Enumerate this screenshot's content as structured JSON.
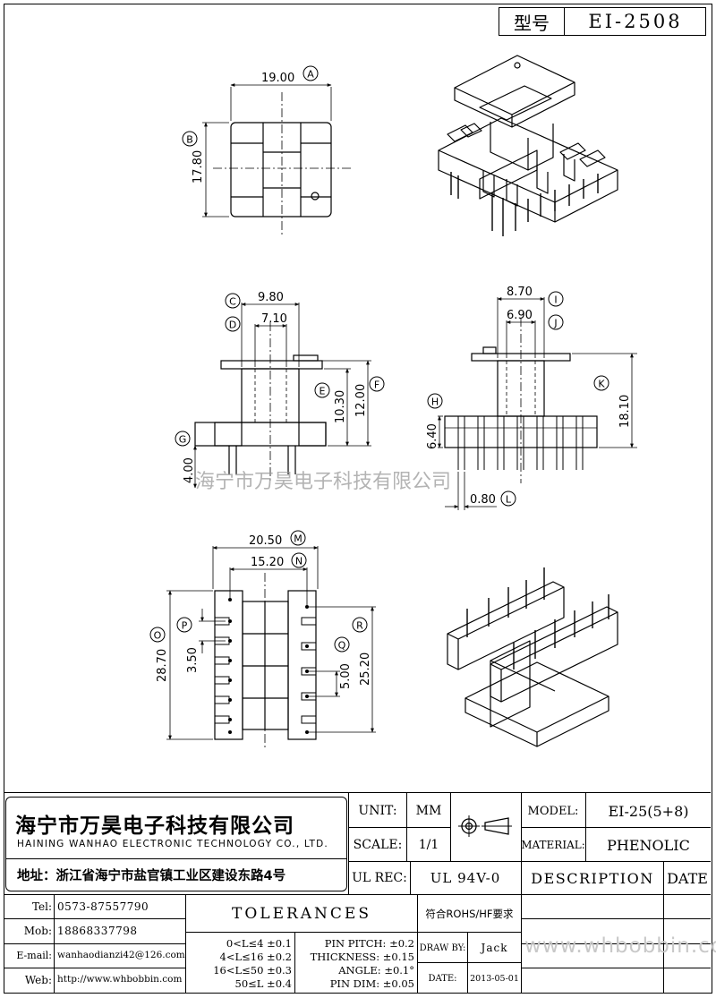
{
  "header": {
    "model_label": "型号",
    "model_value": "EI-2508"
  },
  "dimensions": {
    "A": {
      "letter": "A",
      "value": "19.00"
    },
    "B": {
      "letter": "B",
      "value": "17.80"
    },
    "C": {
      "letter": "C",
      "value": "9.80"
    },
    "D": {
      "letter": "D",
      "value": "7.10"
    },
    "E": {
      "letter": "E",
      "value": "10.30"
    },
    "F": {
      "letter": "F",
      "value": "12.00"
    },
    "G": {
      "letter": "G",
      "value": "4.00"
    },
    "H": {
      "letter": "H",
      "value": "6.40"
    },
    "I": {
      "letter": "I",
      "value": "8.70"
    },
    "J": {
      "letter": "J",
      "value": "6.90"
    },
    "K": {
      "letter": "K",
      "value": "18.10"
    },
    "L": {
      "letter": "L",
      "value": "0.80"
    },
    "M": {
      "letter": "M",
      "value": "20.50"
    },
    "N": {
      "letter": "N",
      "value": "15.20"
    },
    "O": {
      "letter": "O",
      "value": "28.70"
    },
    "P": {
      "letter": "P",
      "value": "3.50"
    },
    "Q": {
      "letter": "Q",
      "value": "5.00"
    },
    "R": {
      "letter": "R",
      "value": "25.20"
    }
  },
  "watermark": "海宁市万昊电子科技有限公司",
  "company": {
    "name_cn": "海宁市万昊电子科技有限公司",
    "name_en": "HAINING WANHAO ELECTRONIC TECHNOLOGY CO., LTD.",
    "address": "地址：浙江省海宁市盐官镇工业区建设东路4号"
  },
  "contacts": [
    {
      "label": "Tel:",
      "value": "0573-87557790"
    },
    {
      "label": "Mob:",
      "value": "18868337798"
    },
    {
      "label": "E-mail:",
      "value": "wanhaodianzi42@126.com"
    },
    {
      "label": "Web:",
      "value": "http://www.whbobbin.com"
    }
  ],
  "title_block": {
    "unit_label": "UNIT:",
    "unit_value": "MM",
    "scale_label": "SCALE:",
    "scale_value": "1/1",
    "ul_label": "UL REC:",
    "ul_value": "UL 94V-0",
    "model_label": "MODEL:",
    "model_value": "EI-25(5+8)",
    "material_label": "MATERIAL:",
    "material_value": "PHENOLIC",
    "description": "DESCRIPTION",
    "date_header": "DATE",
    "tolerances": "TOLERANCES",
    "rohs": "符合ROHS/HF要求",
    "draw_by_label": "DRAW BY:",
    "draw_by_value": "Jack",
    "date_label": "DATE:",
    "date_value": "2013-05-01"
  },
  "tolerance_rows": [
    "0<L≤4 ±0.1",
    "4<L≤16 ±0.2",
    "16<L≤50 ±0.3",
    "50≤L ±0.4"
  ],
  "pin_tolerances": [
    "PIN PITCH: ±0.2",
    "THICKNESS: ±0.15",
    "ANGLE: ±0.1°",
    "PIN DIM: ±0.05"
  ],
  "site_watermark": "www.whbobbin.com"
}
